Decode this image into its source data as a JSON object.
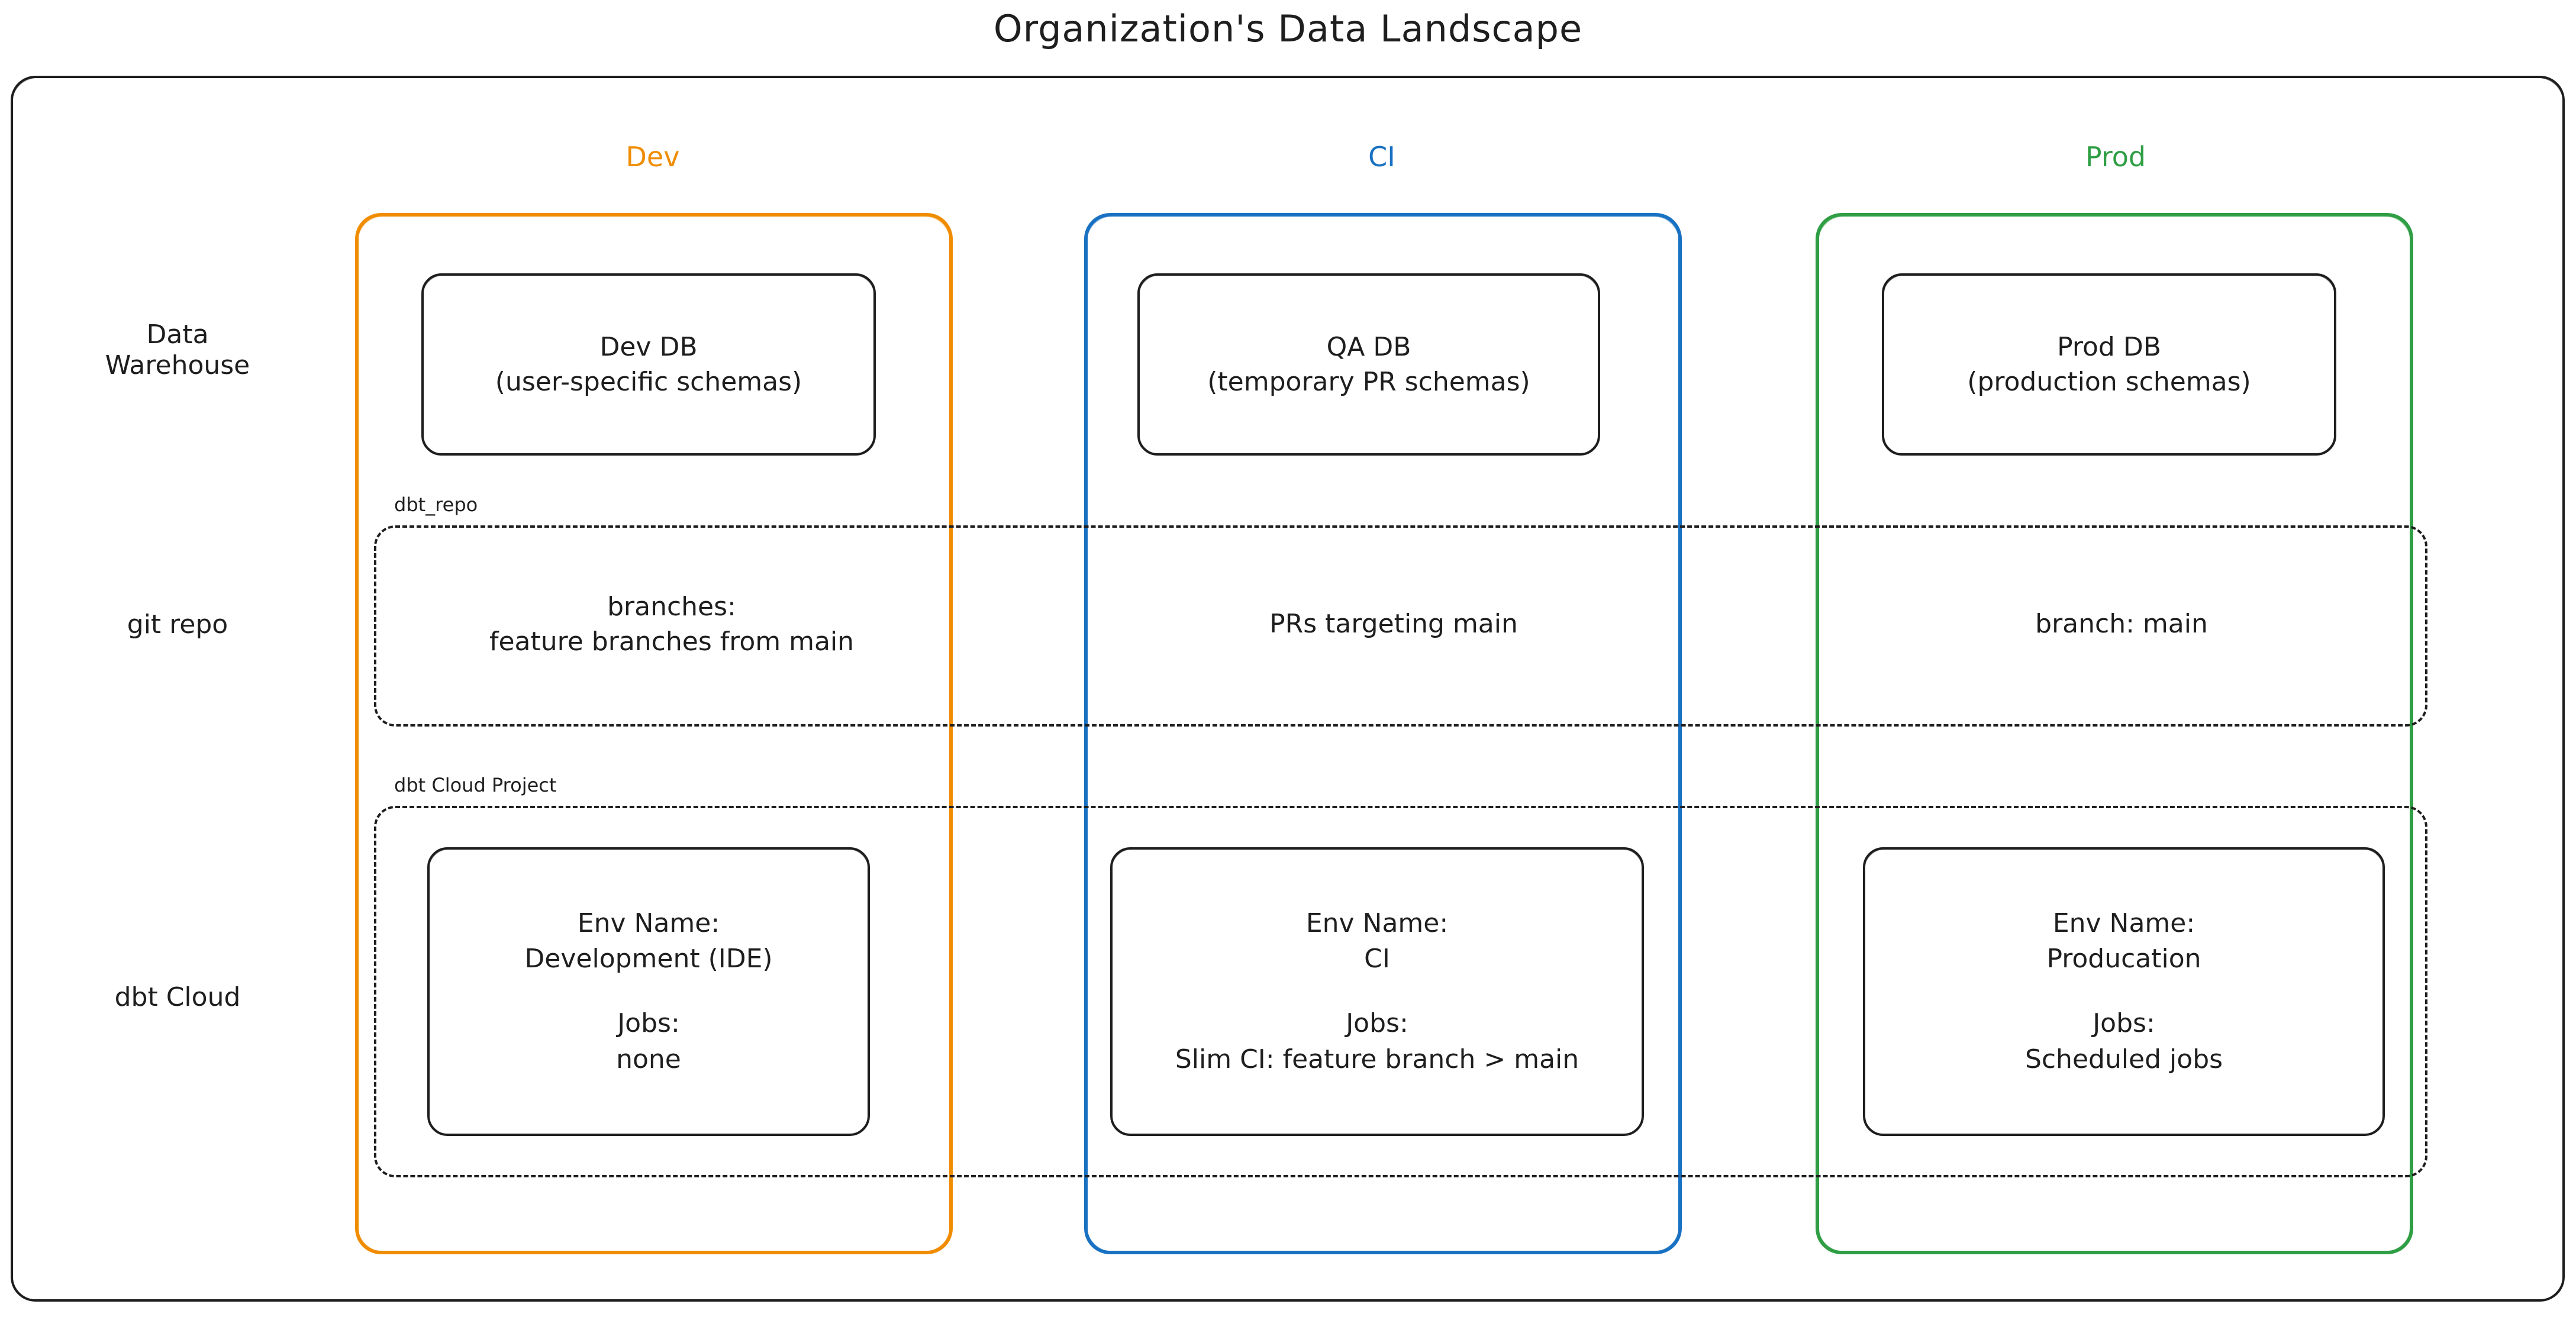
{
  "title": "Organization's Data Landscape",
  "columns": [
    {
      "key": "dev",
      "label": "Dev",
      "color": "#f08c00"
    },
    {
      "key": "ci",
      "label": "CI",
      "color": "#1971c2"
    },
    {
      "key": "prod",
      "label": "Prod",
      "color": "#2f9e44"
    }
  ],
  "rows": [
    {
      "key": "warehouse",
      "label_line1": "Data",
      "label_line2": "Warehouse"
    },
    {
      "key": "git",
      "label_line1": "git repo",
      "label_line2": ""
    },
    {
      "key": "cloud",
      "label_line1": "dbt Cloud",
      "label_line2": ""
    }
  ],
  "bands": {
    "repo": {
      "label": "dbt_repo"
    },
    "cloud": {
      "label": "dbt Cloud Project"
    }
  },
  "warehouse": {
    "dev": {
      "line1": "Dev DB",
      "line2": "(user-specific schemas)"
    },
    "ci": {
      "line1": "QA DB",
      "line2": "(temporary PR schemas)"
    },
    "prod": {
      "line1": "Prod DB",
      "line2": "(production schemas)"
    }
  },
  "git": {
    "dev": {
      "line1": "branches:",
      "line2": "feature branches from main"
    },
    "ci": {
      "line1": "PRs targeting main",
      "line2": ""
    },
    "prod": {
      "line1": "branch: main",
      "line2": ""
    }
  },
  "cloud": {
    "dev": {
      "env_label": "Env Name:",
      "env_value": "Development (IDE)",
      "jobs_label": "Jobs:",
      "jobs_value": "none"
    },
    "ci": {
      "env_label": "Env Name:",
      "env_value": "CI",
      "jobs_label": "Jobs:",
      "jobs_value": "Slim CI: feature branch > main"
    },
    "prod": {
      "env_label": "Env Name:",
      "env_value": "Producation",
      "jobs_label": "Jobs:",
      "jobs_value": "Scheduled jobs"
    }
  },
  "colors": {
    "dev": "#f08c00",
    "ci": "#1971c2",
    "prod": "#2f9e44",
    "stroke": "#1e1e1e",
    "background": "#ffffff"
  }
}
